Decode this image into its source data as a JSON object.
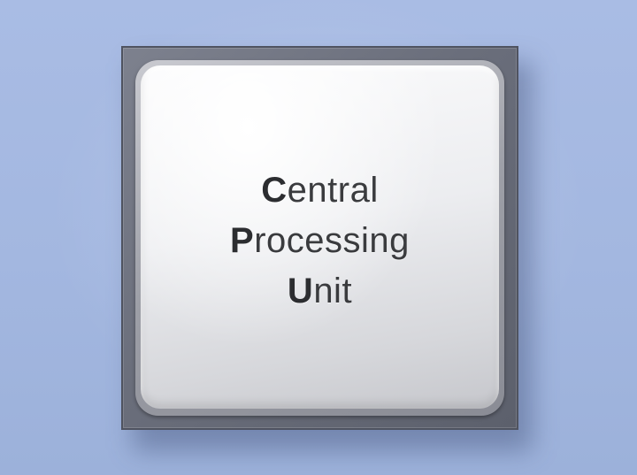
{
  "diagram": {
    "chip": {
      "lines": [
        {
          "initial": "C",
          "rest": "entral"
        },
        {
          "initial": "P",
          "rest": "rocessing"
        },
        {
          "initial": "U",
          "rest": "nit"
        }
      ]
    }
  }
}
